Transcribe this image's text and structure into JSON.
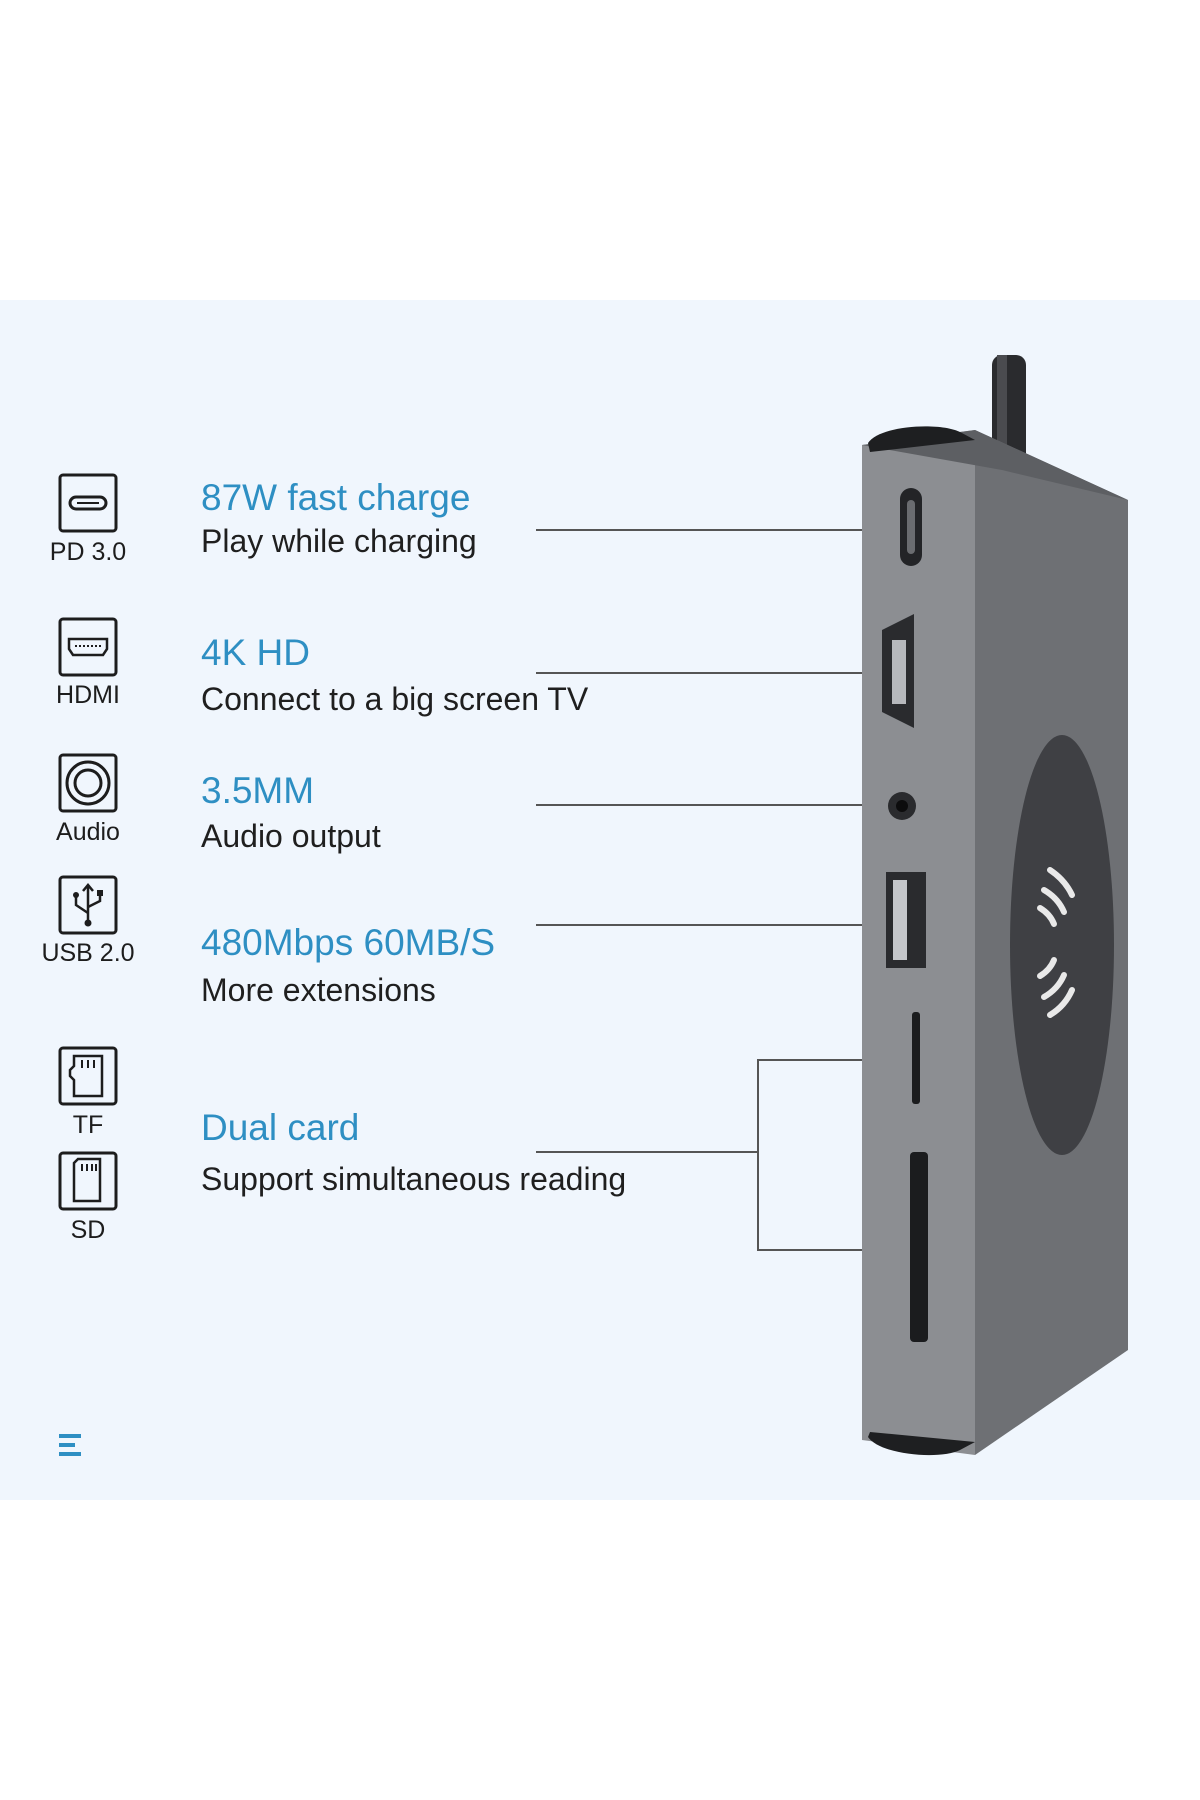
{
  "features": [
    {
      "icon": "usb-c-port-icon",
      "label": "PD 3.0",
      "title": "87W fast charge",
      "desc": "Play while charging"
    },
    {
      "icon": "hdmi-port-icon",
      "label": "HDMI",
      "title": "4K HD",
      "desc": "Connect to a big screen TV"
    },
    {
      "icon": "audio-jack-icon",
      "label": "Audio",
      "title": "3.5MM",
      "desc": "Audio output"
    },
    {
      "icon": "usb-symbol-icon",
      "label": "USB 2.0",
      "title": "480Mbps 60MB/S",
      "desc": "More extensions"
    },
    {
      "icon": "tf-card-icon",
      "label": "TF",
      "title": "Dual card",
      "desc": "Support simultaneous reading"
    },
    {
      "icon": "sd-card-icon",
      "label": "SD"
    }
  ],
  "colors": {
    "accent": "#2e8fc3",
    "panel_background": "#f0f6fd",
    "hub_body": "#8a8c90",
    "wireless_pad": "#3f4044"
  }
}
